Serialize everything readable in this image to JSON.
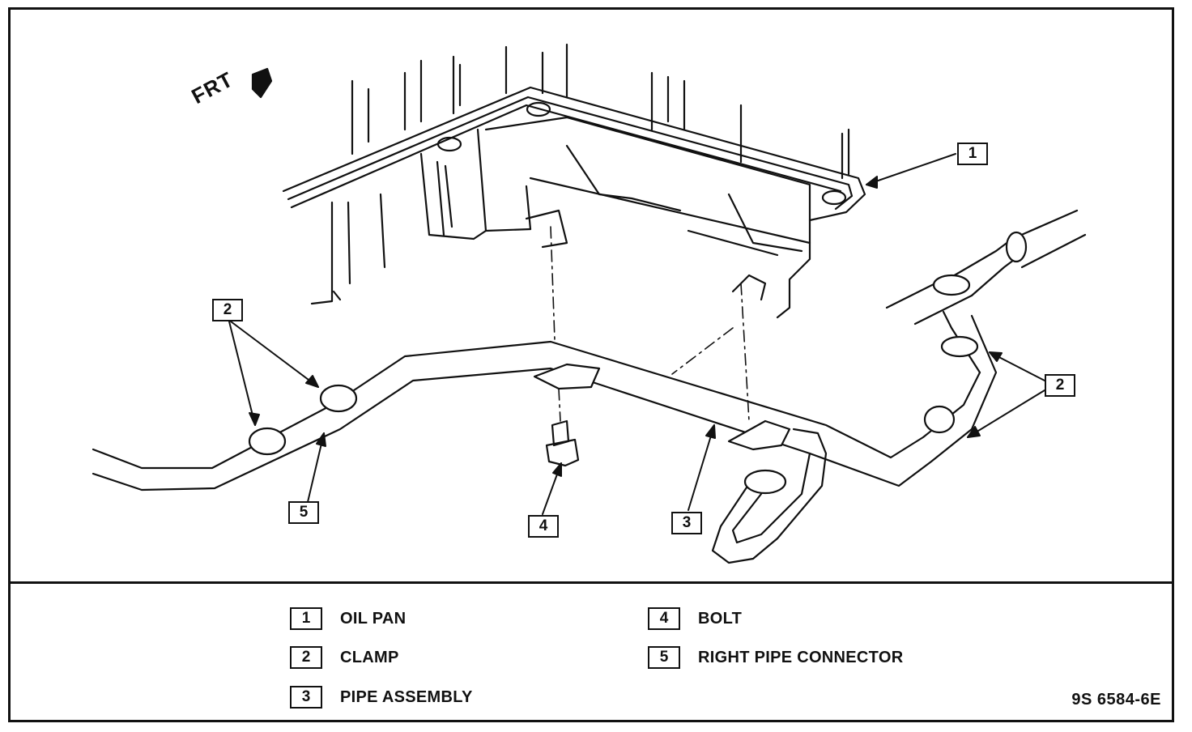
{
  "orientation": {
    "label": "FRT"
  },
  "callouts": [
    "1",
    "2",
    "2",
    "5",
    "4",
    "3"
  ],
  "legend": [
    {
      "num": "1",
      "label": "OIL PAN"
    },
    {
      "num": "2",
      "label": "CLAMP"
    },
    {
      "num": "3",
      "label": "PIPE ASSEMBLY"
    },
    {
      "num": "4",
      "label": "BOLT"
    },
    {
      "num": "5",
      "label": "RIGHT PIPE CONNECTOR"
    }
  ],
  "figure_id": "9S 6584-6E"
}
